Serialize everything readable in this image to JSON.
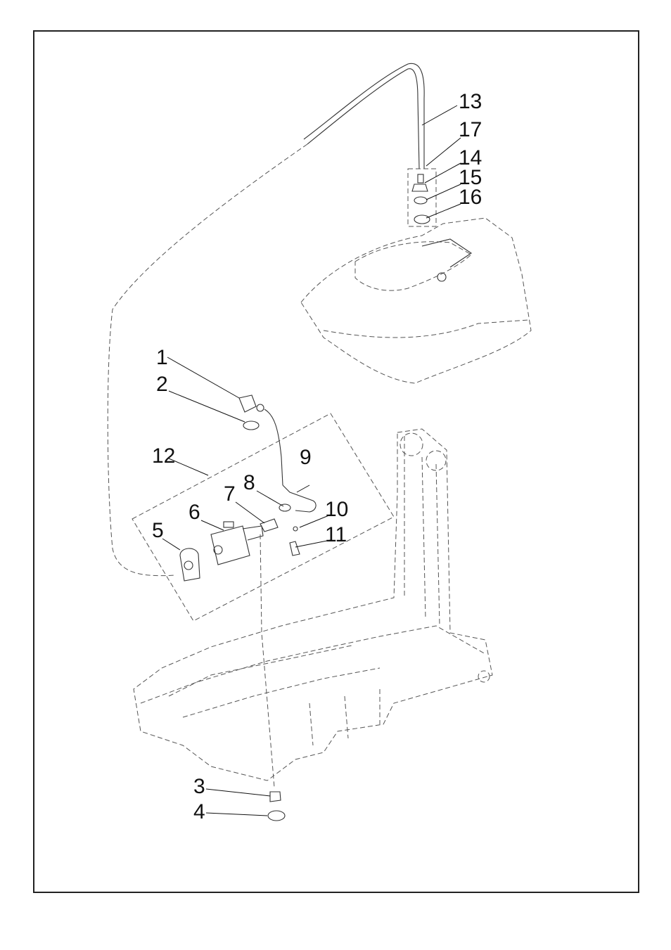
{
  "callouts": [
    "1",
    "2",
    "3",
    "4",
    "5",
    "6",
    "7",
    "8",
    "9",
    "10",
    "11",
    "12",
    "13",
    "14",
    "15",
    "16",
    "17"
  ],
  "colors": {
    "line": "#333333",
    "frame": "#222222",
    "background": "#ffffff"
  }
}
